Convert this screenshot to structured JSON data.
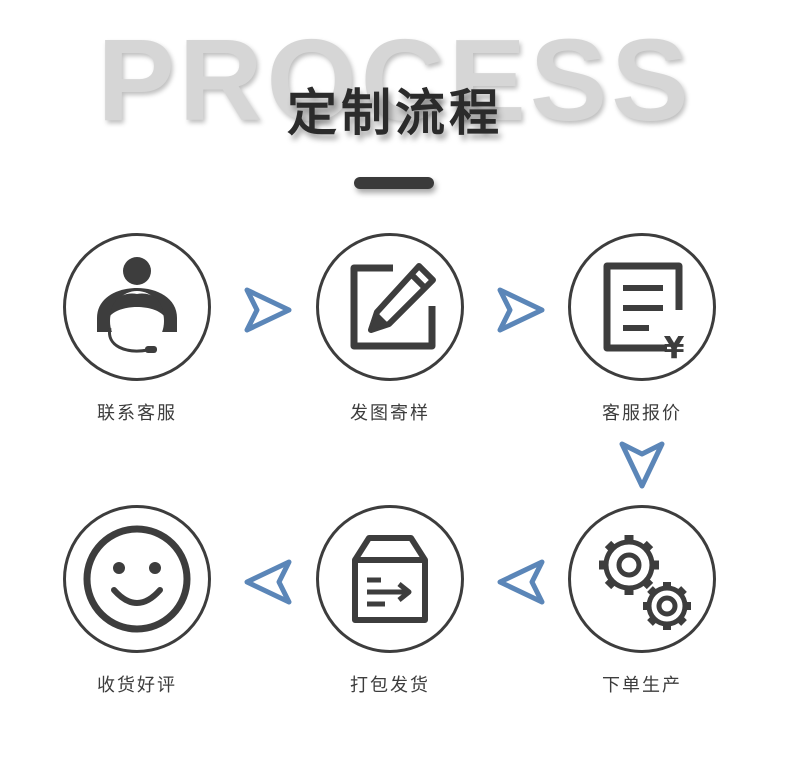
{
  "header": {
    "bg_word": "PROCESS",
    "title": "定制流程"
  },
  "steps": [
    {
      "label": "联系客服",
      "icon": "customer-service-icon"
    },
    {
      "label": "发图寄样",
      "icon": "edit-pencil-icon"
    },
    {
      "label": "客服报价",
      "icon": "quote-document-icon"
    },
    {
      "label": "下单生产",
      "icon": "gears-icon"
    },
    {
      "label": "打包发货",
      "icon": "package-box-icon"
    },
    {
      "label": "收货好评",
      "icon": "smiley-face-icon"
    }
  ],
  "colors": {
    "arrow": "#5b86b8",
    "icon": "#3d3d3d",
    "bg_word": "#d6d6d6"
  }
}
